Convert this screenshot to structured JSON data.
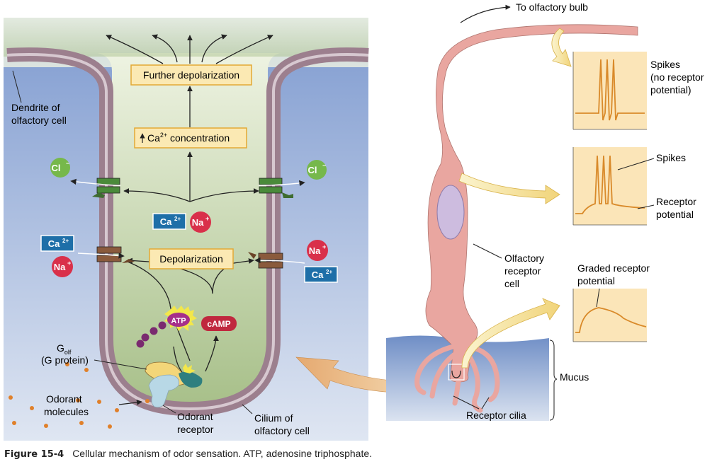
{
  "labels": {
    "further_depolarization": "Further depolarization",
    "ca_concentration_prefix": "Ca",
    "ca_concentration_suffix": " concentration",
    "depolarization": "Depolarization",
    "dendrite_line1": "Dendrite of",
    "dendrite_line2": "olfactory cell",
    "golf_main": "G",
    "golf_sub": "olf",
    "g_protein": "(G protein)",
    "odorant_line1": "Odorant",
    "odorant_line2": "molecules",
    "odorant_receptor_line1": "Odorant",
    "odorant_receptor_line2": "receptor",
    "cilium_line1": "Cilium of",
    "cilium_line2": "olfactory cell",
    "to_olfactory_bulb": "To olfactory bulb",
    "spikes_1_line1": "Spikes",
    "spikes_1_line2": "(no receptor",
    "spikes_1_line3": "potential)",
    "spikes_2": "Spikes",
    "receptor_potential_line1": "Receptor",
    "receptor_potential_line2": "potential",
    "olfactory_receptor_line1": "Olfactory",
    "olfactory_receptor_line2": "receptor",
    "olfactory_receptor_line3": "cell",
    "graded_line1": "Graded receptor",
    "graded_line2": "potential",
    "mucus": "Mucus",
    "receptor_cilia": "Receptor cilia"
  },
  "ions": {
    "cl": "Cl",
    "cl_sup": "−",
    "ca": "Ca",
    "ca_sup": "2+",
    "na": "Na",
    "na_sup": "+",
    "atp": "ATP",
    "camp": "cAMP"
  },
  "caption": {
    "label": "Figure 15-4",
    "text": "Cellular mechanism of odor sensation. ATP, adenosine triphosphate."
  },
  "colors": {
    "extracellular_blue": "#6f8fc8",
    "cytoplasm_green": "#c8d8b0",
    "membrane": "#9c7f8e",
    "box_fill": "#fbe9b3",
    "box_stroke": "#e3a935",
    "cl_green": "#76b84b",
    "na_red": "#d9304a",
    "ca_blue": "#1e6fa8",
    "cell_pink": "#e9a6a0",
    "trace_orange": "#d98a2a",
    "graph_bg": "#fbe5b8"
  }
}
